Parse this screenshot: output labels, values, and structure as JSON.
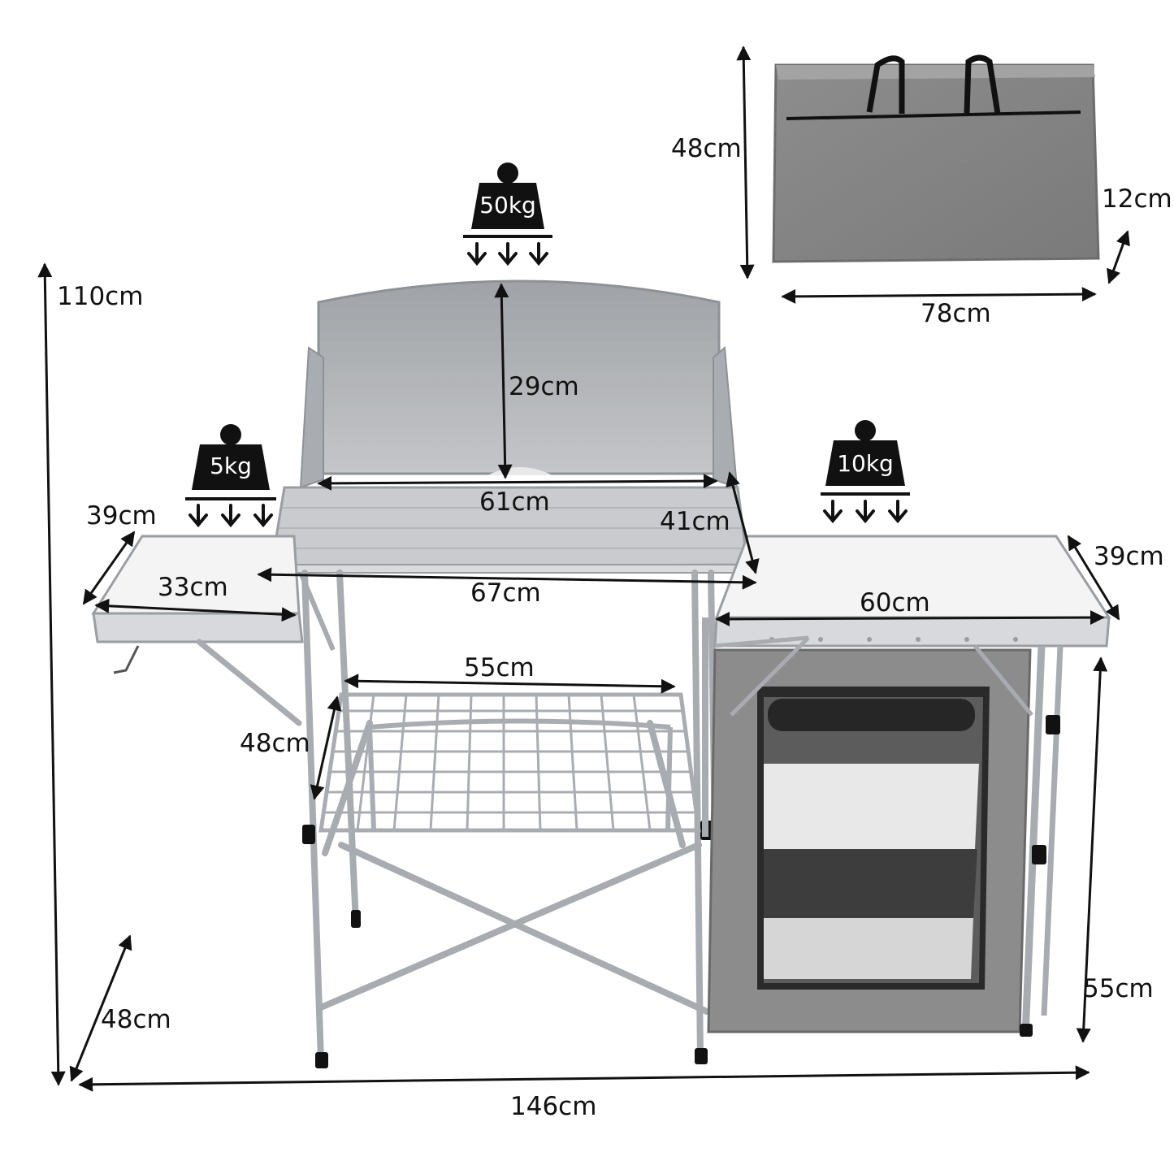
{
  "load_ratings": {
    "center_table": "50kg",
    "left_wing": "5kg",
    "right_wing": "10kg"
  },
  "dimensions": {
    "overall_height": "110cm",
    "overall_width": "146cm",
    "overall_depth": "48cm",
    "windscreen_height": "29cm",
    "center_top_inner_width": "61cm",
    "center_top_depth": "41cm",
    "center_top_width": "67cm",
    "left_wing_depth": "39cm",
    "left_wing_width": "33cm",
    "right_wing_width": "60cm",
    "right_wing_depth": "39cm",
    "shelf_width": "55cm",
    "shelf_depth": "48cm",
    "cabinet_height": "55cm",
    "bag_height": "48cm",
    "bag_thickness": "12cm",
    "bag_width": "78cm"
  },
  "colors": {
    "frame": "#b9bcc0",
    "fabric": "#8c8c8c",
    "fabric_dark": "#2a2a2a",
    "tabletop": "#c9cbce",
    "wing_top": "#f2f2f2",
    "arrow": "#111111"
  }
}
